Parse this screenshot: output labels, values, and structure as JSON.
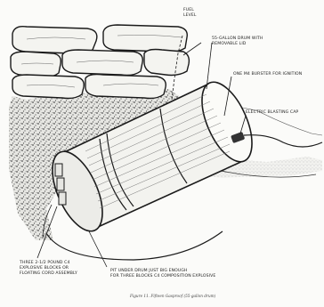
{
  "labels": {
    "fuel_level_1": "FUEL",
    "fuel_level_2": "LEVEL",
    "drum_1": "55-GALLON DRUM WITH",
    "drum_2": "REMOVABLE LID",
    "booster": "ONE M4 BURSTER FOR IGNITION",
    "cap": "ELECTRIC BLASTING CAP",
    "blocks_1": "THREE 2-1/2 POUND C4",
    "blocks_2": "EXPLOSIVE BLOCKS OR",
    "blocks_3": "FLOATING CORD ASSEMBLY",
    "pit_1": "PIT UNDER DRUM JUST BIG ENOUGH",
    "pit_2": "FOR THREE BLOCKS C4 COMPOSITION EXPLOSIVE"
  },
  "caption": "Figure 11.  Fifteen Gasproof (55-gallon drum)",
  "colors": {
    "ink": "#1a1a1a",
    "paper": "#fbfbf9",
    "gravel": "#6f6f6f"
  }
}
